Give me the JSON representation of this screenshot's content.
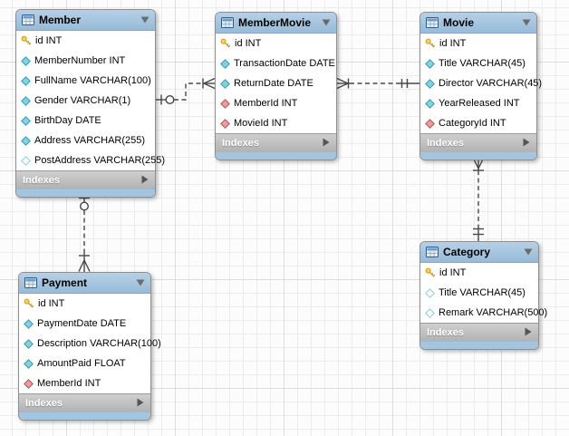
{
  "ui": {
    "indexes_label": "Indexes"
  },
  "colors": {
    "header_blue_top": "#b6d0e6",
    "header_blue_bottom": "#97bbd8",
    "footer_blue": "#a5c4de",
    "indexes_gray": "#bdbdbd",
    "canvas_grid_minor": "#ececec",
    "canvas_grid_major": "#dcdcdc",
    "primary_key_icon_color": "#ffd34d",
    "column_icon_color": "#7fd3e3",
    "nullable_column_icon_color": "#ffffff",
    "foreign_key_icon_color": "#f09a9a",
    "relationship_line_color": "#474747"
  },
  "tables": {
    "member": {
      "title": "Member",
      "columns": [
        {
          "text": "id INT",
          "icon": "primary-key"
        },
        {
          "text": "MemberNumber INT",
          "icon": "column"
        },
        {
          "text": "FullName VARCHAR(100)",
          "icon": "column"
        },
        {
          "text": "Gender VARCHAR(1)",
          "icon": "column"
        },
        {
          "text": "BirthDay DATE",
          "icon": "column"
        },
        {
          "text": "Address VARCHAR(255)",
          "icon": "column"
        },
        {
          "text": "PostAddress VARCHAR(255)",
          "icon": "column-nullable"
        }
      ]
    },
    "membermovie": {
      "title": "MemberMovie",
      "columns": [
        {
          "text": "id INT",
          "icon": "primary-key"
        },
        {
          "text": "TransactionDate DATE",
          "icon": "column"
        },
        {
          "text": "ReturnDate DATE",
          "icon": "column"
        },
        {
          "text": "MemberId INT",
          "icon": "foreign-key"
        },
        {
          "text": "MovieId INT",
          "icon": "foreign-key"
        }
      ]
    },
    "movie": {
      "title": "Movie",
      "columns": [
        {
          "text": "id INT",
          "icon": "primary-key"
        },
        {
          "text": "Title VARCHAR(45)",
          "icon": "column"
        },
        {
          "text": "Director VARCHAR(45)",
          "icon": "column"
        },
        {
          "text": "YearReleased INT",
          "icon": "column"
        },
        {
          "text": "CategoryId INT",
          "icon": "foreign-key"
        }
      ]
    },
    "payment": {
      "title": "Payment",
      "columns": [
        {
          "text": "id INT",
          "icon": "primary-key"
        },
        {
          "text": "PaymentDate DATE",
          "icon": "column"
        },
        {
          "text": "Description VARCHAR(100)",
          "icon": "column"
        },
        {
          "text": "AmountPaid FLOAT",
          "icon": "column"
        },
        {
          "text": "MemberId INT",
          "icon": "foreign-key"
        }
      ]
    },
    "category": {
      "title": "Category",
      "columns": [
        {
          "text": "id INT",
          "icon": "primary-key"
        },
        {
          "text": "Title VARCHAR(45)",
          "icon": "column-nullable"
        },
        {
          "text": "Remark VARCHAR(500)",
          "icon": "column-nullable"
        }
      ]
    }
  },
  "connectors": [
    {
      "from": "Member",
      "to": "MemberMovie",
      "from_cardinality": "zero-or-one",
      "to_cardinality": "many",
      "line_style": "dashed"
    },
    {
      "from": "MemberMovie",
      "to": "Movie",
      "from_cardinality": "many",
      "to_cardinality": "exactly-one",
      "line_style": "dashed"
    },
    {
      "from": "Member",
      "to": "Payment",
      "from_cardinality": "zero-or-one",
      "to_cardinality": "many",
      "line_style": "dashed"
    },
    {
      "from": "Movie",
      "to": "Category",
      "from_cardinality": "many",
      "to_cardinality": "exactly-one",
      "line_style": "dashed"
    }
  ]
}
